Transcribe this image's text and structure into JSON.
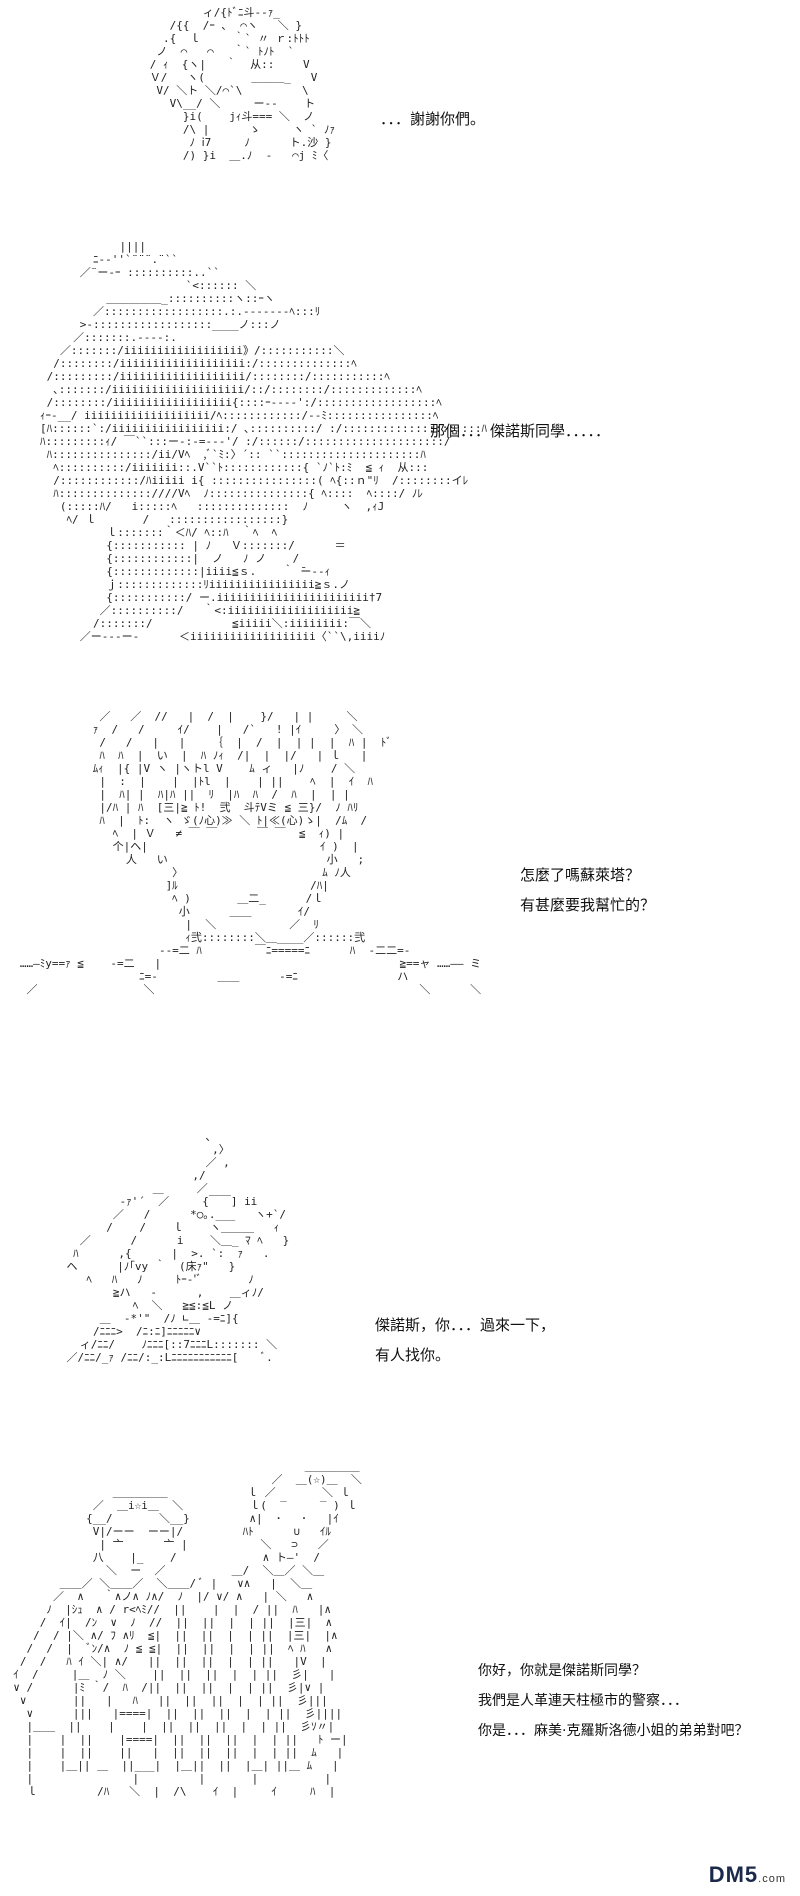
{
  "panels": [
    {
      "id": "p1",
      "lines": [
        "．．．謝謝你們。"
      ]
    },
    {
      "id": "p2",
      "lines": [
        "那個．．．傑諾斯同學．．．．．"
      ]
    },
    {
      "id": "p3",
      "lines": [
        "怎麼了嗎蘇萊塔？",
        "有甚麼要我幫忙的？"
      ]
    },
    {
      "id": "p4",
      "lines": [
        "傑諾斯，你．．．過來一下，",
        "有人找你。"
      ]
    },
    {
      "id": "p5",
      "lines": [
        "你好，你就是傑諾斯同學？",
        "我們是人革連天柱極市的警察．．．",
        "你是．．．麻美·克羅斯洛德小姐的弟弟對吧？"
      ]
    }
  ],
  "watermark": {
    "brand": "DM5",
    "suffix": ".com"
  }
}
